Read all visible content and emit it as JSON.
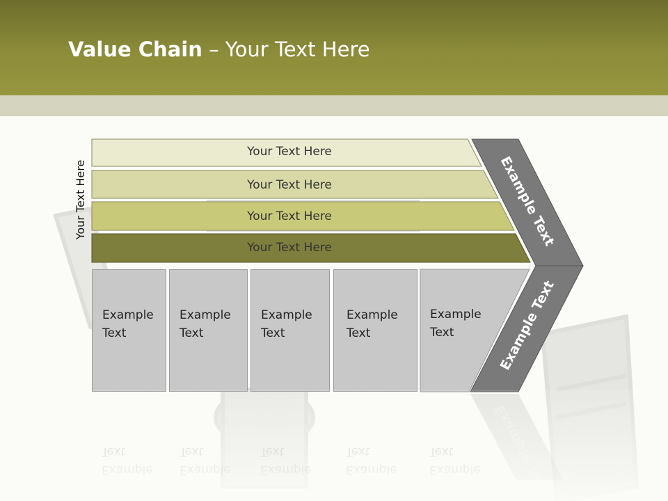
{
  "title": {
    "bold": "Value Chain",
    "rest": " – Your Text Here"
  },
  "vertical_label": "Your Text Here",
  "bars": [
    {
      "label": "Your Text Here",
      "color": "#ebebd0"
    },
    {
      "label": "Your Text Here",
      "color": "#d9d9a7"
    },
    {
      "label": "Your Text Here",
      "color": "#c9c97a"
    },
    {
      "label": "Your Text Here",
      "color": "#7f7f3d"
    }
  ],
  "boxes": [
    {
      "line1": "Example",
      "line2": "Text"
    },
    {
      "line1": "Example",
      "line2": "Text"
    },
    {
      "line1": "Example",
      "line2": "Text"
    },
    {
      "line1": "Example",
      "line2": "Text"
    },
    {
      "line1": "Example",
      "line2": "Text"
    }
  ],
  "chevron": {
    "upper": "Example Text",
    "lower": "Example Text",
    "color": "#7a7a7a"
  },
  "colors": {
    "header": "#8c8c3a",
    "band": "#d4d4bf",
    "box": "#c8c8c8"
  }
}
